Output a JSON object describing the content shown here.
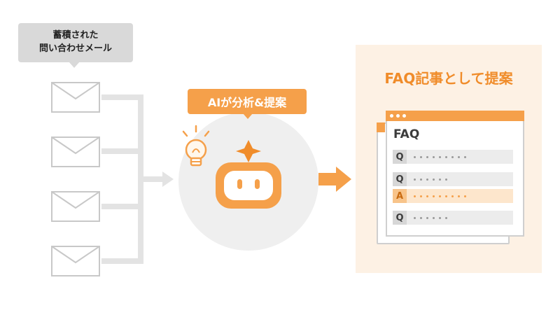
{
  "source": {
    "label_line1": "蓄積された",
    "label_line2": "問い合わせメール",
    "envelope_icon": "envelope-icon",
    "envelope_count": 4
  },
  "ai": {
    "label": "AIが分析&提案",
    "robot_icon": "robot-icon",
    "bulb_icon": "lightbulb-icon",
    "sparkle_icon": "sparkle-icon"
  },
  "result": {
    "title": "FAQ記事として提案",
    "window_title": "FAQ",
    "rows": [
      {
        "letter": "Q",
        "kind": "q",
        "dots": 9
      },
      {
        "letter": "Q",
        "kind": "q",
        "dots": 6
      },
      {
        "letter": "A",
        "kind": "a",
        "dots": 9
      },
      {
        "letter": "Q",
        "kind": "q",
        "dots": 6
      }
    ]
  },
  "colors": {
    "accent": "#f5a04a",
    "accent_text": "#f08c2a",
    "panel_bg": "#fdf1e4",
    "gray_line": "#e3e3e3"
  }
}
